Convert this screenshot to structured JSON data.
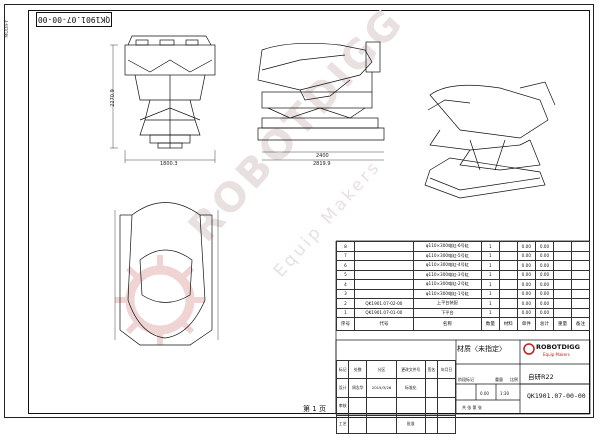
{
  "drawing": {
    "number_box": "QK1901.07-00-00",
    "side_label": "MODIFY",
    "project_name": "自研R22",
    "drawing_number": "QK1901.07-00-00",
    "material": "材质〈未指定〉",
    "page_prefix": "第",
    "page_number": "1",
    "page_suffix": "页"
  },
  "watermark": {
    "brand": "ROBOTDIGG",
    "tagline": "Equip Makers",
    "logo_text": "ROBOTDIGG",
    "logo_sub": "Equip Makers",
    "accent": "#c02020"
  },
  "dimensions": {
    "front_height": "2270.9",
    "front_width": "1800.3",
    "side_width_1": "2400",
    "side_width_2": "2819.9"
  },
  "bom": {
    "rows": [
      {
        "no": "8",
        "code": "",
        "name": "φ110×300电缸-6号缸",
        "qty": "1",
        "unit_w": "0.00",
        "total_w": "0.00",
        "note": ""
      },
      {
        "no": "7",
        "code": "",
        "name": "φ110×300电缸-5号缸",
        "qty": "1",
        "unit_w": "0.00",
        "total_w": "0.00",
        "note": ""
      },
      {
        "no": "6",
        "code": "",
        "name": "φ110×300电缸-4号缸",
        "qty": "1",
        "unit_w": "0.00",
        "total_w": "0.00",
        "note": ""
      },
      {
        "no": "5",
        "code": "",
        "name": "φ110×300电缸-3号缸",
        "qty": "1",
        "unit_w": "0.00",
        "total_w": "0.00",
        "note": ""
      },
      {
        "no": "4",
        "code": "",
        "name": "φ110×300电缸-2号缸",
        "qty": "1",
        "unit_w": "0.00",
        "total_w": "0.00",
        "note": ""
      },
      {
        "no": "3",
        "code": "",
        "name": "φ110×300电缸-1号缸",
        "qty": "1",
        "unit_w": "0.00",
        "total_w": "0.00",
        "note": ""
      },
      {
        "no": "2",
        "code": "QK1901.07-02-00",
        "name": "上平台装配",
        "qty": "1",
        "unit_w": "0.00",
        "total_w": "0.00",
        "note": ""
      },
      {
        "no": "1",
        "code": "QK1901.07-01-00",
        "name": "下平台",
        "qty": "1",
        "unit_w": "0.00",
        "total_w": "0.00",
        "note": ""
      }
    ],
    "header": {
      "no": "序号",
      "code": "代号",
      "name": "名称",
      "qty": "数量",
      "material": "材料",
      "unit_w": "单件",
      "total_w": "总计",
      "weight": "重量",
      "note": "备注"
    }
  },
  "title_block": {
    "rows": [
      [
        "标记",
        "处数",
        "分区",
        "更改文件号",
        "签名",
        "年月日"
      ],
      [
        "设计",
        "周志华",
        "2019/3/26",
        "标准化",
        "",
        ""
      ],
      [
        "审核",
        "",
        "",
        "",
        "",
        ""
      ],
      [
        "工艺",
        "",
        "",
        "批准",
        "",
        ""
      ]
    ],
    "stage_label": "阶段标记",
    "weight_label": "重量",
    "scale_label": "比例",
    "weight_value": "0.00",
    "scale_value": "1:30",
    "sheets_label": "共 张 第 张"
  }
}
